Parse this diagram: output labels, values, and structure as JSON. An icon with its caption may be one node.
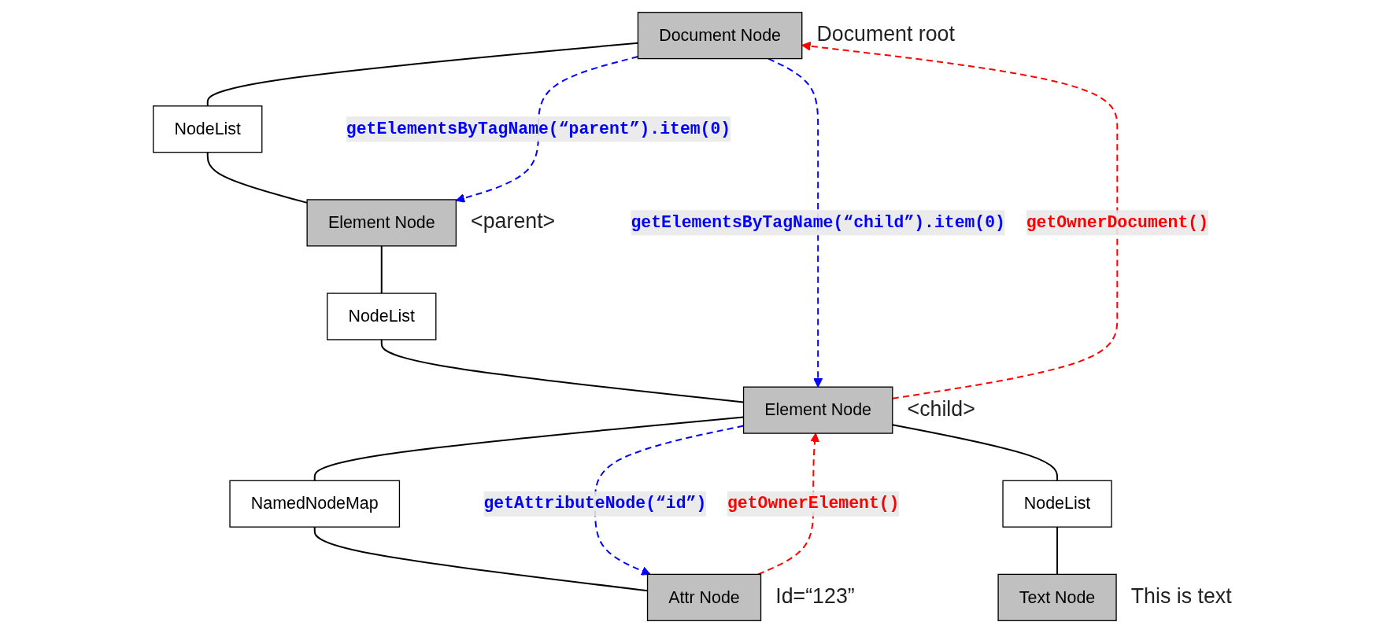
{
  "diagram": {
    "nodes": [
      {
        "text": [
          "Document Node"
        ],
        "beside": [
          "Document root"
        ]
      },
      {
        "text": [
          "NodeList"
        ]
      },
      {
        "text": [
          "Element Node"
        ],
        "beside": [
          "<parent>"
        ]
      },
      {
        "text": [
          "NodeList"
        ]
      },
      {
        "text": [
          "Element Node"
        ],
        "beside": [
          "<child>"
        ]
      },
      {
        "text": [
          "NamedNodeMap"
        ]
      },
      {
        "text": [
          "Attr Node"
        ],
        "beside": [
          "Id=“123”"
        ]
      },
      {
        "text": [
          "NodeList"
        ]
      },
      {
        "text": [
          "Text Node"
        ],
        "beside": [
          "This is text"
        ]
      }
    ],
    "edges": [
      {
        "from": 0,
        "to": 1,
        "arrow": "none"
      },
      {
        "from": 1,
        "to": 2,
        "arrow": "none"
      },
      {
        "from": 2,
        "to": 3,
        "arrow": "none"
      },
      {
        "from": 3,
        "to": 4,
        "arrow": "none"
      },
      {
        "from": 4,
        "to": 5,
        "arrow": "none"
      },
      {
        "from": 5,
        "to": 6,
        "arrow": "none"
      },
      {
        "from": 4,
        "to": 7,
        "arrow": "none"
      },
      {
        "from": 7,
        "to": 8,
        "arrow": "none"
      },
      {
        "from": 0,
        "to": 4,
        "arrow": "to",
        "label": "getElementsByTagName(“child”).item(0)",
        "style": "dashed",
        "color": "#0000ff"
      },
      {
        "from": 0,
        "to": 2,
        "arrow": "to",
        "label": "getElementsByTagName(“parent”).item(0)",
        "style": "dashed",
        "color": "#0000ff"
      },
      {
        "from": 4,
        "to": 0,
        "arrow": "to",
        "label": "getOwnerDocument()",
        "style": "dashed",
        "color": "#ff0000"
      },
      {
        "from": 4,
        "to": 6,
        "arrow": "to",
        "label": "getAttributeNode(“id”)",
        "style": "dashed",
        "color": "#0000ff"
      },
      {
        "from": 6,
        "to": 4,
        "arrow": "to",
        "label": "getOwnerElement()",
        "style": "dashed",
        "color": "#ff0000"
      }
    ]
  }
}
